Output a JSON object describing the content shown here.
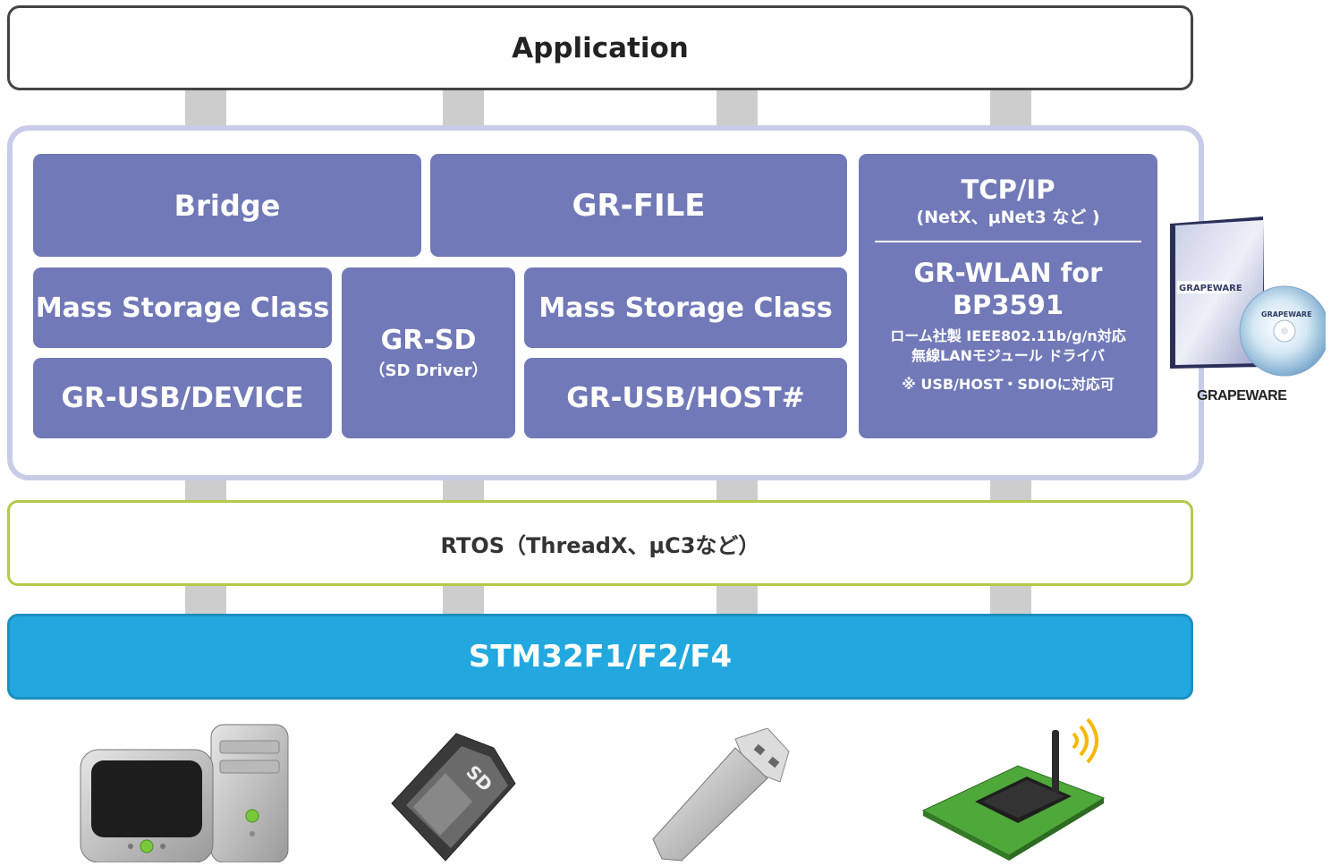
{
  "layers": {
    "application": "Application",
    "rtos": "RTOS（ThreadX、μC3など）",
    "mcu": "STM32F1/F2/F4"
  },
  "modules": {
    "bridge": "Bridge",
    "gr_file": "GR-FILE",
    "msc_device": "Mass Storage Class",
    "usb_device": "GR-USB/DEVICE",
    "gr_sd": "GR-SD",
    "gr_sd_sub": "（SD Driver）",
    "msc_host": "Mass Storage Class",
    "usb_host": "GR-USB/HOST#",
    "tcpip": "TCP/IP",
    "tcpip_sub": "(NetX、μNet3 など )",
    "wlan_line1": "GR-WLAN for",
    "wlan_line2": "BP3591",
    "wlan_desc1": "ローム社製 IEEE802.11b/g/n対応",
    "wlan_desc2": "無線LANモジュール ドライバ",
    "wlan_note": "※ USB/HOST・SDIOに対応可"
  },
  "product": {
    "box_label": "GRAPEWARE",
    "cd_label": "GRAPEWARE",
    "caption": "GRAPEWARE"
  },
  "colors": {
    "module": "#7179b8",
    "mcu": "#22a8df",
    "rtos_border": "#b5c94b",
    "middleware_border": "#c8cce8",
    "pillar": "#cdcdce"
  },
  "devices": [
    "computer-icon",
    "sd-card-icon",
    "usb-flash-drive-icon",
    "wireless-module-icon"
  ]
}
